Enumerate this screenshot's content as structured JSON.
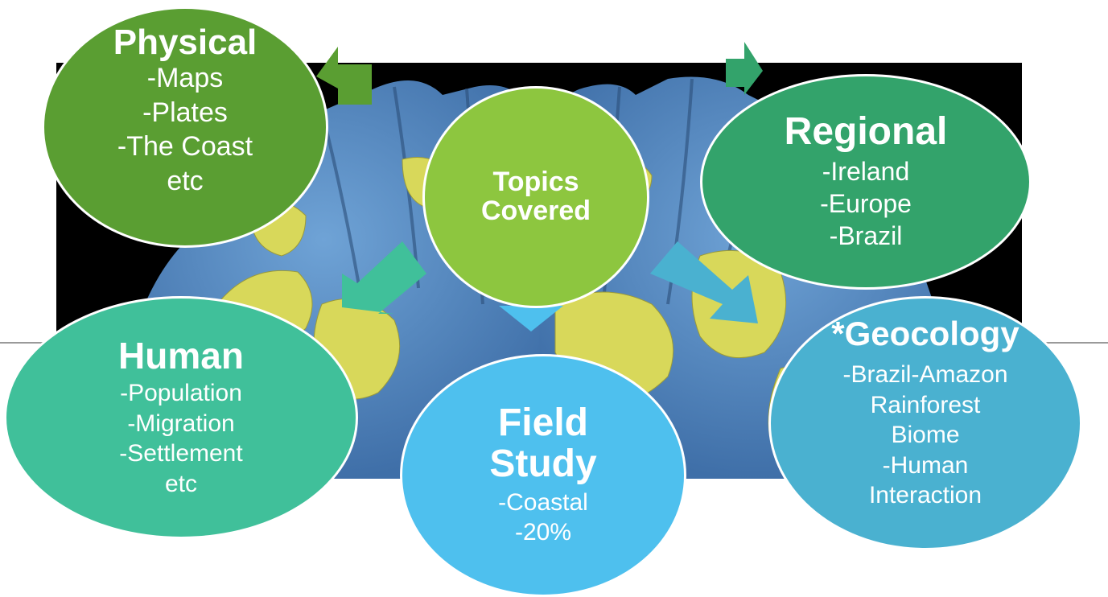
{
  "colors": {
    "physical": "#5a9e32",
    "topics": "#8dc63f",
    "regional": "#33a36b",
    "human": "#40c09a",
    "field": "#4ec0ee",
    "geocology": "#4ab1d0",
    "land": "#d8d85a",
    "sea": "#5b8fc6"
  },
  "center": {
    "line1": "Topics",
    "line2": "Covered"
  },
  "physical": {
    "title": "Physical",
    "items": [
      "-Maps",
      "-Plates",
      "-The Coast",
      "etc"
    ]
  },
  "regional": {
    "title": "Regional",
    "items": [
      "-Ireland",
      "-Europe",
      "-Brazil"
    ]
  },
  "human": {
    "title": "Human",
    "items": [
      "-Population",
      "-Migration",
      "-Settlement",
      "etc"
    ]
  },
  "field": {
    "title_line1": "Field",
    "title_line2": "Study",
    "items": [
      "-Coastal",
      "-20%"
    ]
  },
  "geocology": {
    "title": "*Geocology",
    "items": [
      "-Brazil-Amazon",
      "Rainforest",
      "Biome",
      "-Human",
      "Interaction"
    ]
  }
}
